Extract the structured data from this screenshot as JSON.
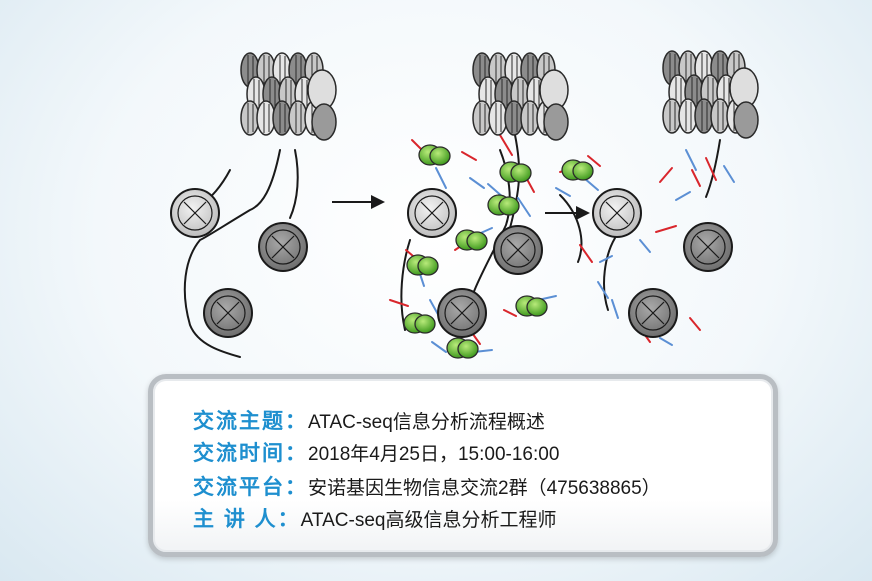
{
  "info_panel": {
    "rows": [
      {
        "label": "交流主题：",
        "value": "ATAC-seq信息分析流程概述"
      },
      {
        "label": "交流时间：",
        "value": "2018年4月25日，15:00-16:00"
      },
      {
        "label": "交流平台：",
        "value": "安诺基因生物信息交流2群（475638865）"
      },
      {
        "label": "主 讲 人：",
        "value": "ATAC-seq高级信息分析工程师"
      }
    ]
  },
  "diagram": {
    "colors": {
      "transposase_green": "#5cb82e",
      "adapter_red": "#d9262c",
      "adapter_blue": "#5b8fd4",
      "nucleosome_gray": "#8a8a8a",
      "chromatin_light": "#dcdcdc"
    },
    "icons": [
      "right-arrow-icon",
      "nucleosome-icon",
      "transposase-icon",
      "compact-chromatin-icon"
    ]
  }
}
